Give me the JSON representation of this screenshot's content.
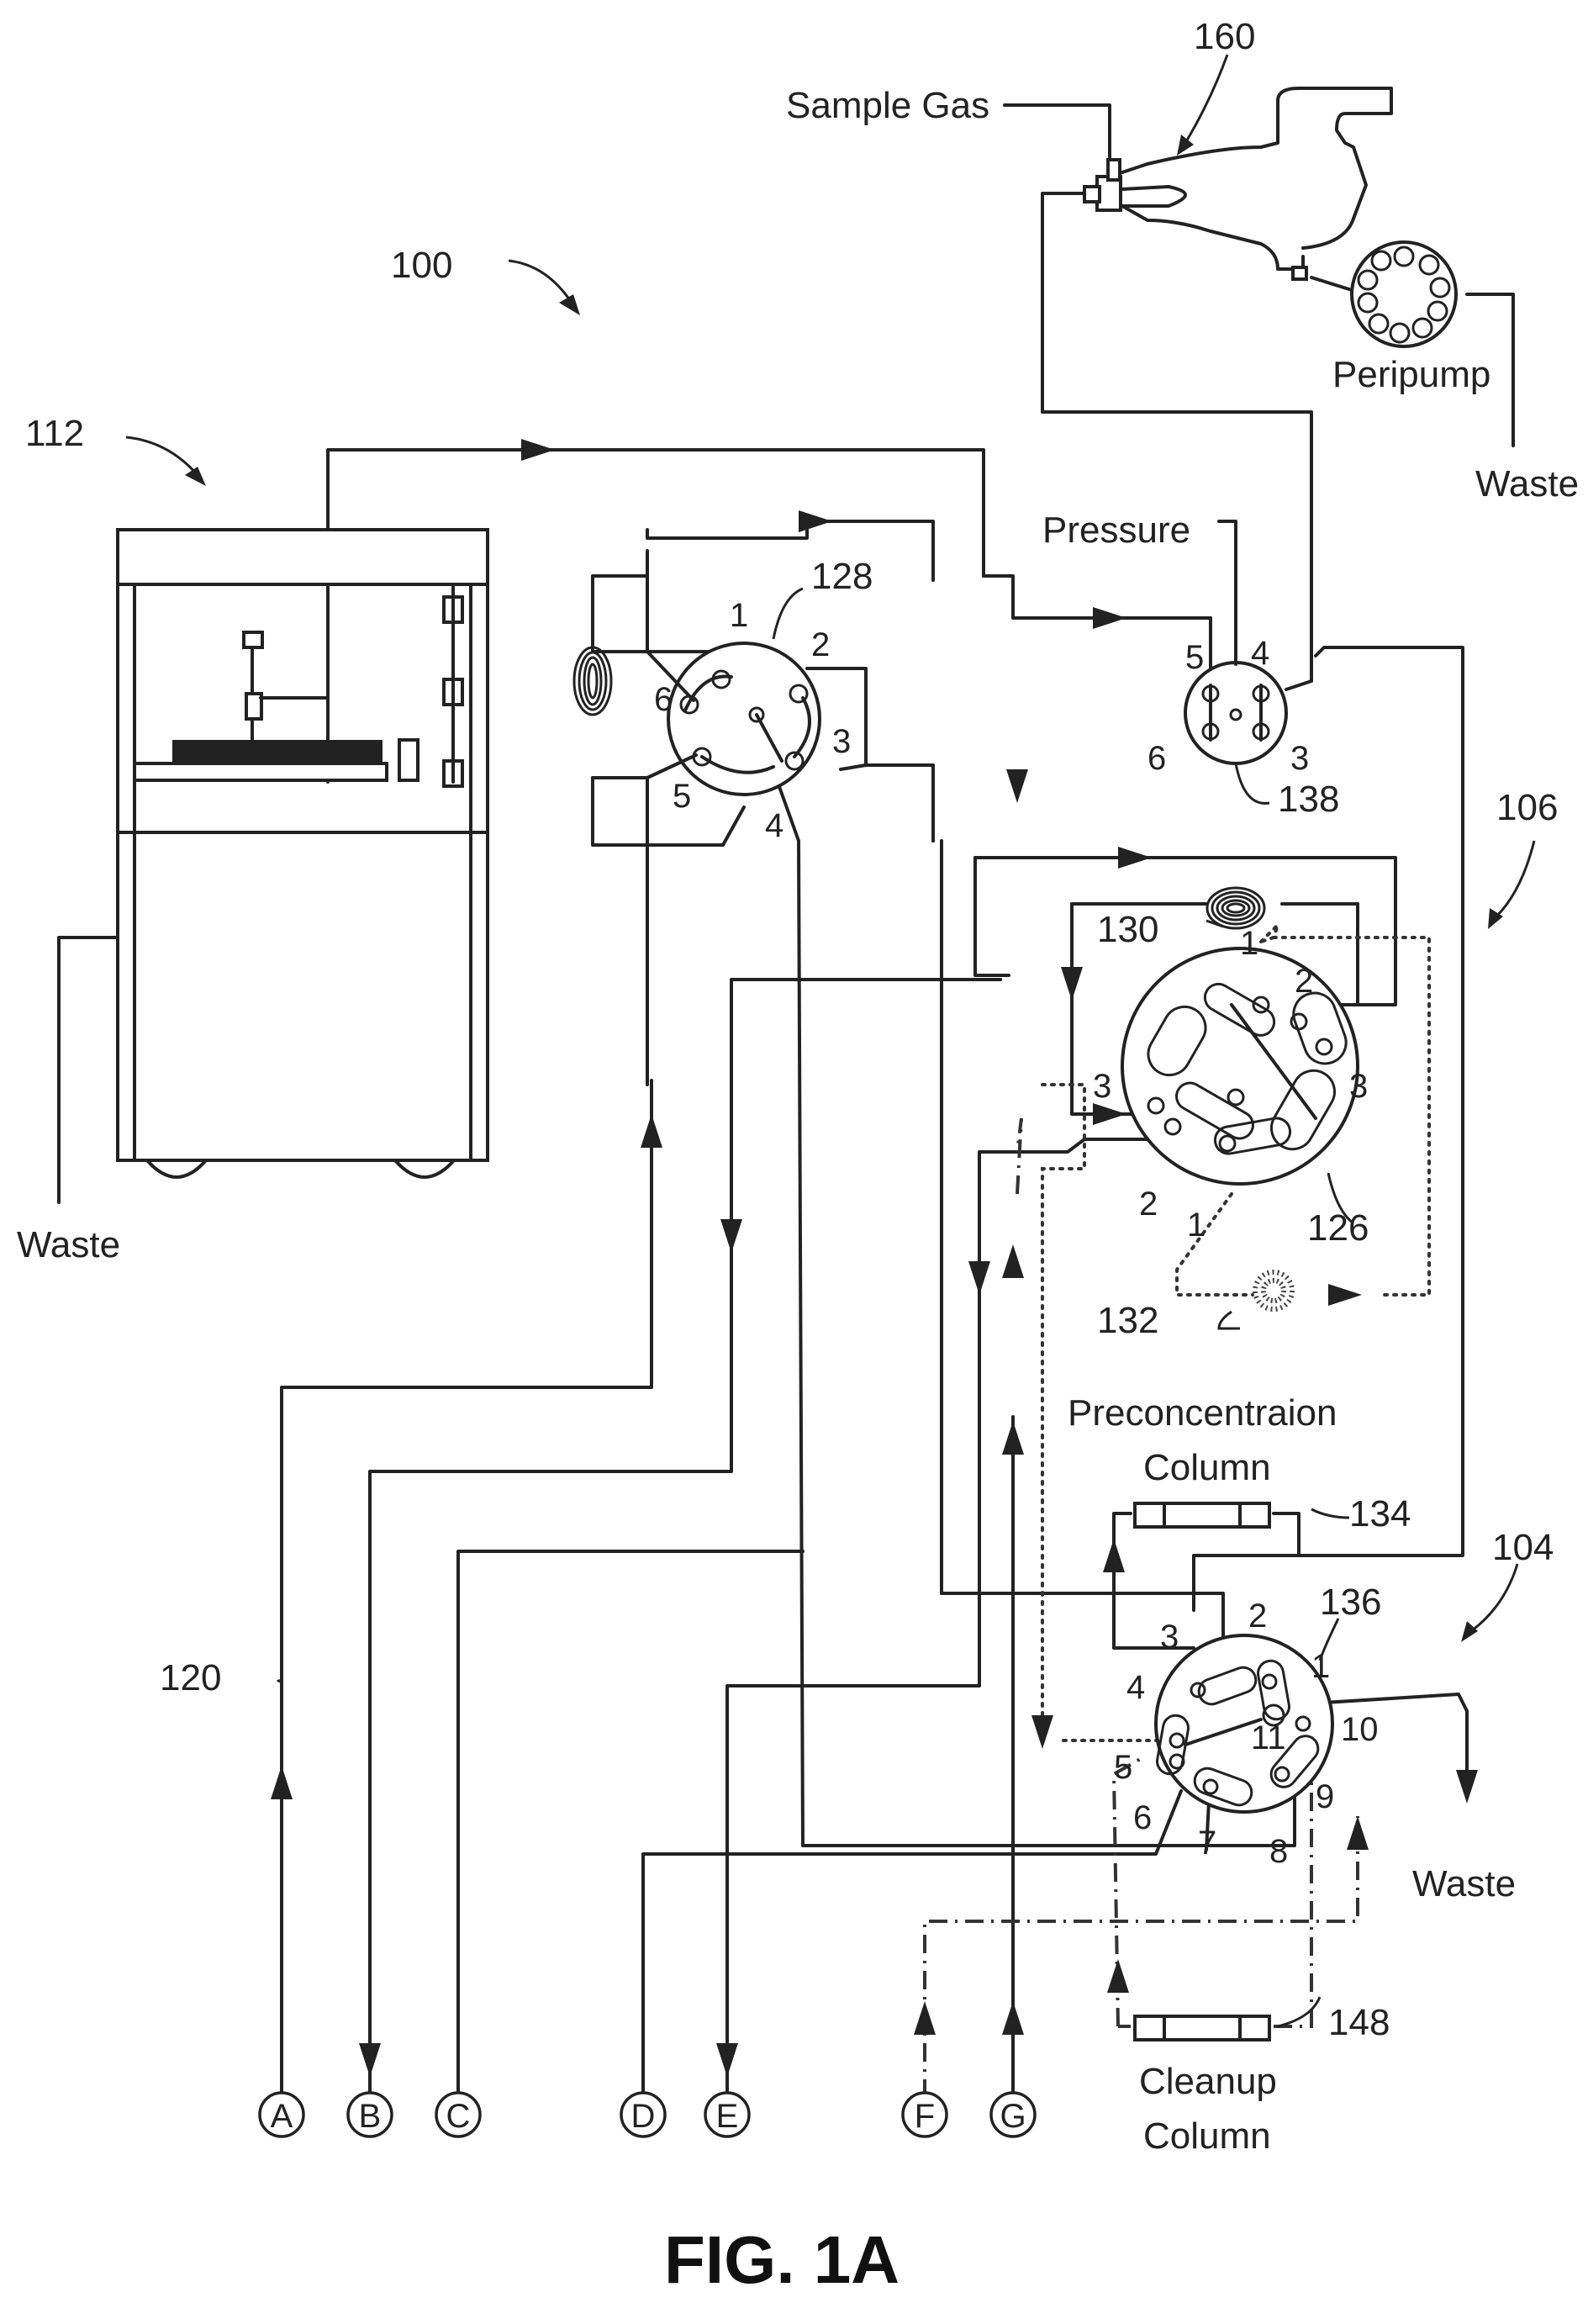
{
  "figure_label": "FIG. 1A",
  "refs": {
    "r160": "160",
    "r100": "100",
    "r112": "112",
    "r128": "128",
    "r138": "138",
    "r106": "106",
    "r130": "130",
    "r126": "126",
    "r132": "132",
    "r134": "134",
    "r136": "136",
    "r104": "104",
    "r120": "120",
    "r148": "148"
  },
  "labels": {
    "sample_gas": "Sample Gas",
    "peripump": "Peripump",
    "waste_top": "Waste",
    "waste_left": "Waste",
    "waste_right": "Waste",
    "pressure": "Pressure",
    "preconc_line1": "Preconcentraion",
    "preconc_line2": "Column",
    "cleanup_line1": "Cleanup",
    "cleanup_line2": "Column"
  },
  "connectors": [
    "A",
    "B",
    "C",
    "D",
    "E",
    "F",
    "G"
  ],
  "valve128_ports": [
    "1",
    "2",
    "3",
    "4",
    "5",
    "6"
  ],
  "valve138_ports": [
    "4",
    "5",
    "6",
    "3"
  ],
  "valve126_ports": [
    "1",
    "2",
    "3",
    "3",
    "2",
    "1"
  ],
  "valve136_ports": [
    "1",
    "2",
    "3",
    "4",
    "5",
    "6",
    "7",
    "8",
    "9",
    "10",
    "11"
  ]
}
